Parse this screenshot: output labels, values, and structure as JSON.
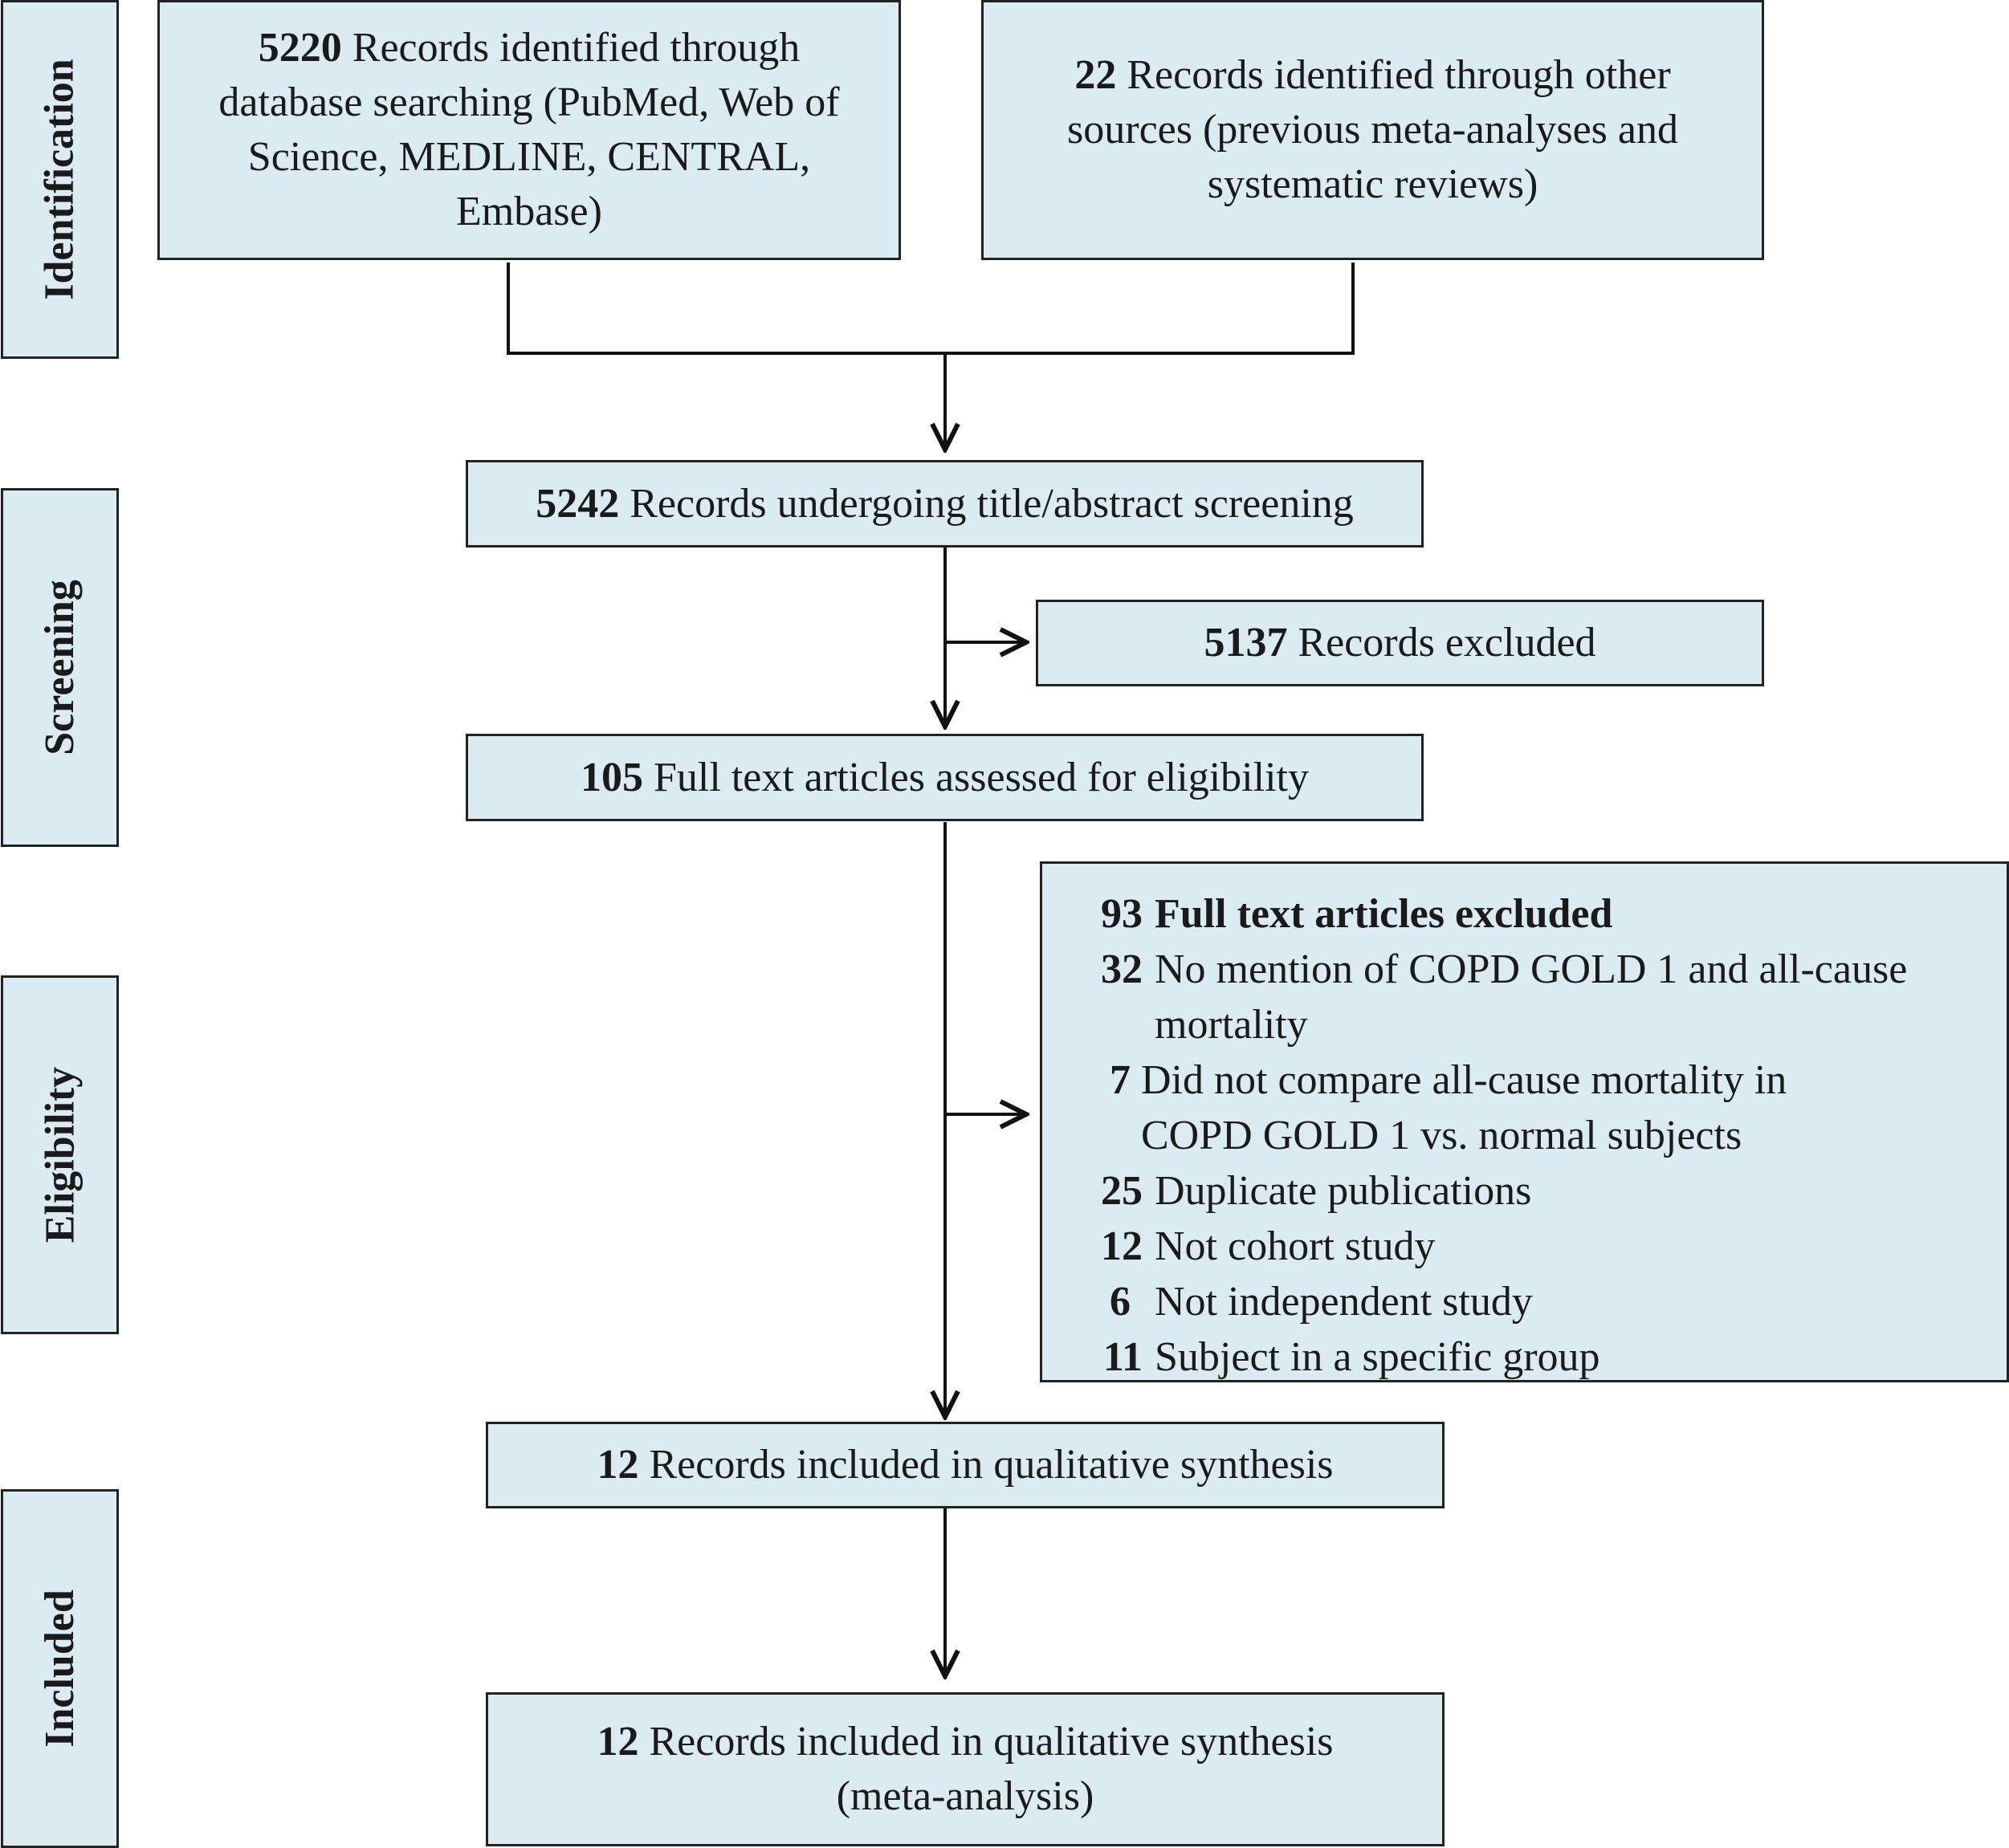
{
  "stages": {
    "identification": "Identification",
    "screening": "Screening",
    "eligibility": "Eligibility",
    "included": "Included"
  },
  "boxes": {
    "db_search": {
      "count": "5220",
      "line1": " Records identified through",
      "line2": "database searching (PubMed, Web of",
      "line3": "Science, MEDLINE, CENTRAL,",
      "line4": "Embase)"
    },
    "other_sources": {
      "count": "22",
      "line1": " Records identified through other",
      "line2": "sources (previous meta-analyses and",
      "line3": "systematic reviews)"
    },
    "screening": {
      "count": "5242",
      "text": " Records undergoing title/abstract screening"
    },
    "excluded_records": {
      "count": "5137",
      "text": " Records excluded"
    },
    "fulltext": {
      "count": "105",
      "text": " Full text articles assessed for eligibility"
    },
    "fulltext_excluded": {
      "count": "93",
      "title": "Full text articles excluded",
      "reasons": [
        {
          "count": "32",
          "line1": "No mention of COPD GOLD 1 and all-cause",
          "line2": "mortality"
        },
        {
          "count": "7",
          "line1": "Did not compare all-cause mortality in",
          "line2": "COPD GOLD 1 vs. normal subjects"
        },
        {
          "count": "25",
          "line1": "Duplicate publications"
        },
        {
          "count": "12",
          "line1": "Not cohort study"
        },
        {
          "count": "6",
          "line1": "Not  independent study"
        },
        {
          "count": "11",
          "line1": "Subject in a specific group"
        }
      ]
    },
    "qualitative": {
      "count": "12",
      "text": " Records included in qualitative synthesis"
    },
    "meta": {
      "count": "12",
      "line1": " Records included in qualitative synthesis",
      "line2": "(meta-analysis)"
    }
  }
}
